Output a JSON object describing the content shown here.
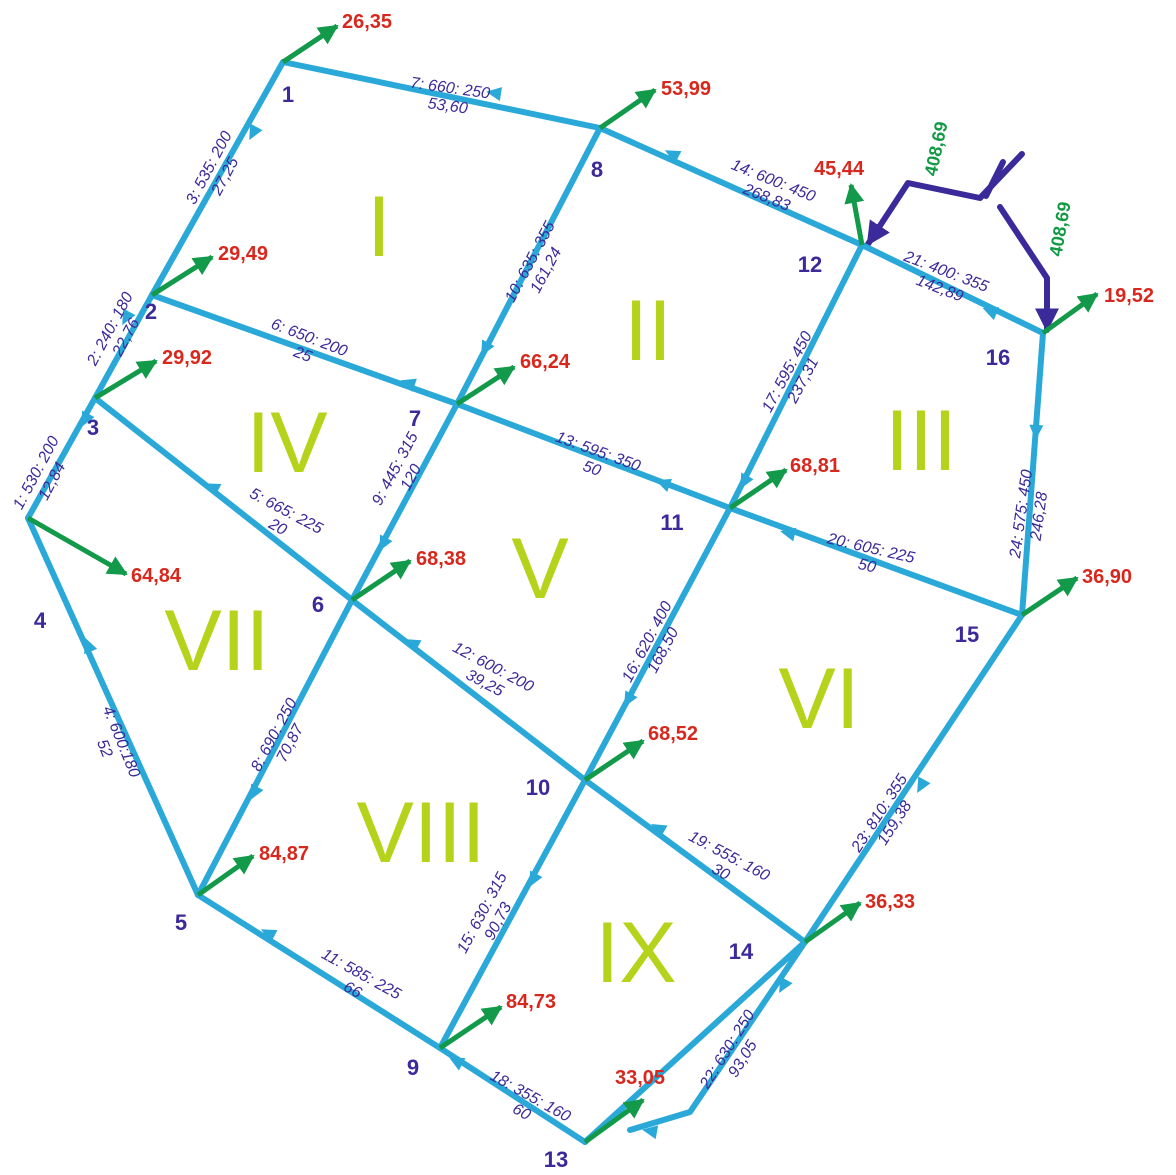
{
  "colors": {
    "pipe": "#2aa9d8",
    "supply_line": "#3a2a9a",
    "node_label": "#3a2a9a",
    "demand_arrow": "#129a4a",
    "demand_label": "#d8281e",
    "supply_label": "#119944",
    "ring_label": "#b5d31a"
  },
  "supply": {
    "value_left": "408,69",
    "value_right": "408,69"
  },
  "nodes": [
    {
      "id": "1",
      "demand": "26,35"
    },
    {
      "id": "2",
      "demand": "29,49"
    },
    {
      "id": "3",
      "demand": "29,92"
    },
    {
      "id": "4",
      "demand": "64,84"
    },
    {
      "id": "5",
      "demand": "84,87"
    },
    {
      "id": "6",
      "demand": "68,38"
    },
    {
      "id": "7",
      "demand": "66,24"
    },
    {
      "id": "8",
      "demand": "53,99"
    },
    {
      "id": "9",
      "demand": "84,73"
    },
    {
      "id": "10",
      "demand": "68,52"
    },
    {
      "id": "11",
      "demand": "68,81"
    },
    {
      "id": "12",
      "demand": "45,44"
    },
    {
      "id": "13",
      "demand": "33,05"
    },
    {
      "id": "14",
      "demand": "36,33"
    },
    {
      "id": "15",
      "demand": "36,90"
    },
    {
      "id": "16",
      "demand": "19,52"
    }
  ],
  "pipes": [
    {
      "spec": "1: 530: 200",
      "flow": "12,84"
    },
    {
      "spec": "2: 240: 180",
      "flow": "22,76"
    },
    {
      "spec": "3: 535: 200",
      "flow": "27,25"
    },
    {
      "spec": "4: 600:180",
      "flow": "52"
    },
    {
      "spec": "5: 665: 225",
      "flow": "20"
    },
    {
      "spec": "6: 650: 200",
      "flow": "25"
    },
    {
      "spec": "7: 660: 250",
      "flow": "53,60"
    },
    {
      "spec": "8: 690: 250",
      "flow": "70,87"
    },
    {
      "spec": "9: 445: 315",
      "flow": "120"
    },
    {
      "spec": "10: 635: 355",
      "flow": "161,24"
    },
    {
      "spec": "11: 585: 225",
      "flow": "66"
    },
    {
      "spec": "12: 600: 200",
      "flow": "39,25"
    },
    {
      "spec": "13: 595: 350",
      "flow": "50"
    },
    {
      "spec": "14: 600: 450",
      "flow": "268,83"
    },
    {
      "spec": "15: 630: 315",
      "flow": "90,73"
    },
    {
      "spec": "16: 620: 400",
      "flow": "168,50"
    },
    {
      "spec": "17: 595: 450",
      "flow": "237,31"
    },
    {
      "spec": "18: 355: 160",
      "flow": "60"
    },
    {
      "spec": "19: 555: 160",
      "flow": "30"
    },
    {
      "spec": "20: 605: 225",
      "flow": "50"
    },
    {
      "spec": "21: 400: 355",
      "flow": "142,89"
    },
    {
      "spec": "22: 630: 250",
      "flow": "93,05"
    },
    {
      "spec": "23: 810: 355",
      "flow": "159,38"
    },
    {
      "spec": "24: 575: 450",
      "flow": "246,28"
    }
  ],
  "rings": [
    "I",
    "II",
    "III",
    "IV",
    "V",
    "VI",
    "VII",
    "VIII",
    "IX"
  ]
}
